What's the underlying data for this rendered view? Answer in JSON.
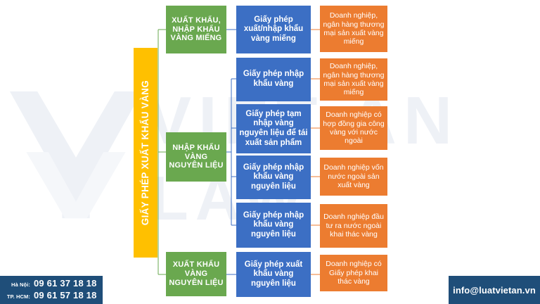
{
  "watermark": {
    "main": "VIET AN",
    "sub": "LAW",
    "logo_icon": "chevron-logo-icon"
  },
  "diagram": {
    "root": {
      "label": "GIẤY PHÉP XUẤT KHẨU VÀNG",
      "color": "#ffc000"
    },
    "categories": [
      {
        "label": "XUẤT KHẨU, NHẬP KHẨU VÀNG MIẾNG",
        "color": "#6aa84f"
      },
      {
        "label": "NHẬP KHẨU VÀNG NGUYÊN LIỆU",
        "color": "#6aa84f"
      },
      {
        "label": "XUẤT KHẨU VÀNG NGUYÊN LIỆU",
        "color": "#6aa84f"
      }
    ],
    "licenses": [
      {
        "label": "Giấy phép xuất/nhập khẩu vàng miếng",
        "color": "#3c6fc4"
      },
      {
        "label": "Giấy phép nhập khẩu vàng",
        "color": "#3c6fc4"
      },
      {
        "label": "Giấy phép tạm nhập vàng nguyên liệu để tái xuất sản phẩm",
        "color": "#3c6fc4"
      },
      {
        "label": "Giấy phép nhập khẩu vàng nguyên liệu",
        "color": "#3c6fc4"
      },
      {
        "label": "Giấy phép nhập khẩu vàng nguyên liệu",
        "color": "#3c6fc4"
      },
      {
        "label": "Giấy phép xuất khẩu vàng nguyên liệu",
        "color": "#3c6fc4"
      }
    ],
    "subjects": [
      {
        "label": "Doanh nghiệp, ngân hàng thương mại sản xuất vàng miếng",
        "color": "#ec7c30"
      },
      {
        "label": "Doanh nghiệp, ngân hàng thương mại sản xuất vàng miếng",
        "color": "#ec7c30"
      },
      {
        "label": "Doanh nghiệp có hợp đồng gia công vàng với nước ngoài",
        "color": "#ec7c30"
      },
      {
        "label": "Doanh nghiệp vốn nước ngoài sản xuất vàng",
        "color": "#ec7c30"
      },
      {
        "label": "Doanh nghiệp đầu tư ra nước ngoài khai thác vàng",
        "color": "#ec7c30"
      },
      {
        "label": "Doanh nghiệp có Giấy phép khai thác vàng",
        "color": "#ec7c30"
      }
    ]
  },
  "footer": {
    "phone": {
      "hanoi_label": "Hà Nội:",
      "hanoi_number": "09 61 37 18 18",
      "hcm_label": "TP. HCM:",
      "hcm_number": "09 61 57 18 18"
    },
    "email": "info@luatvietan.vn",
    "bar_color": "#1f4e79"
  }
}
